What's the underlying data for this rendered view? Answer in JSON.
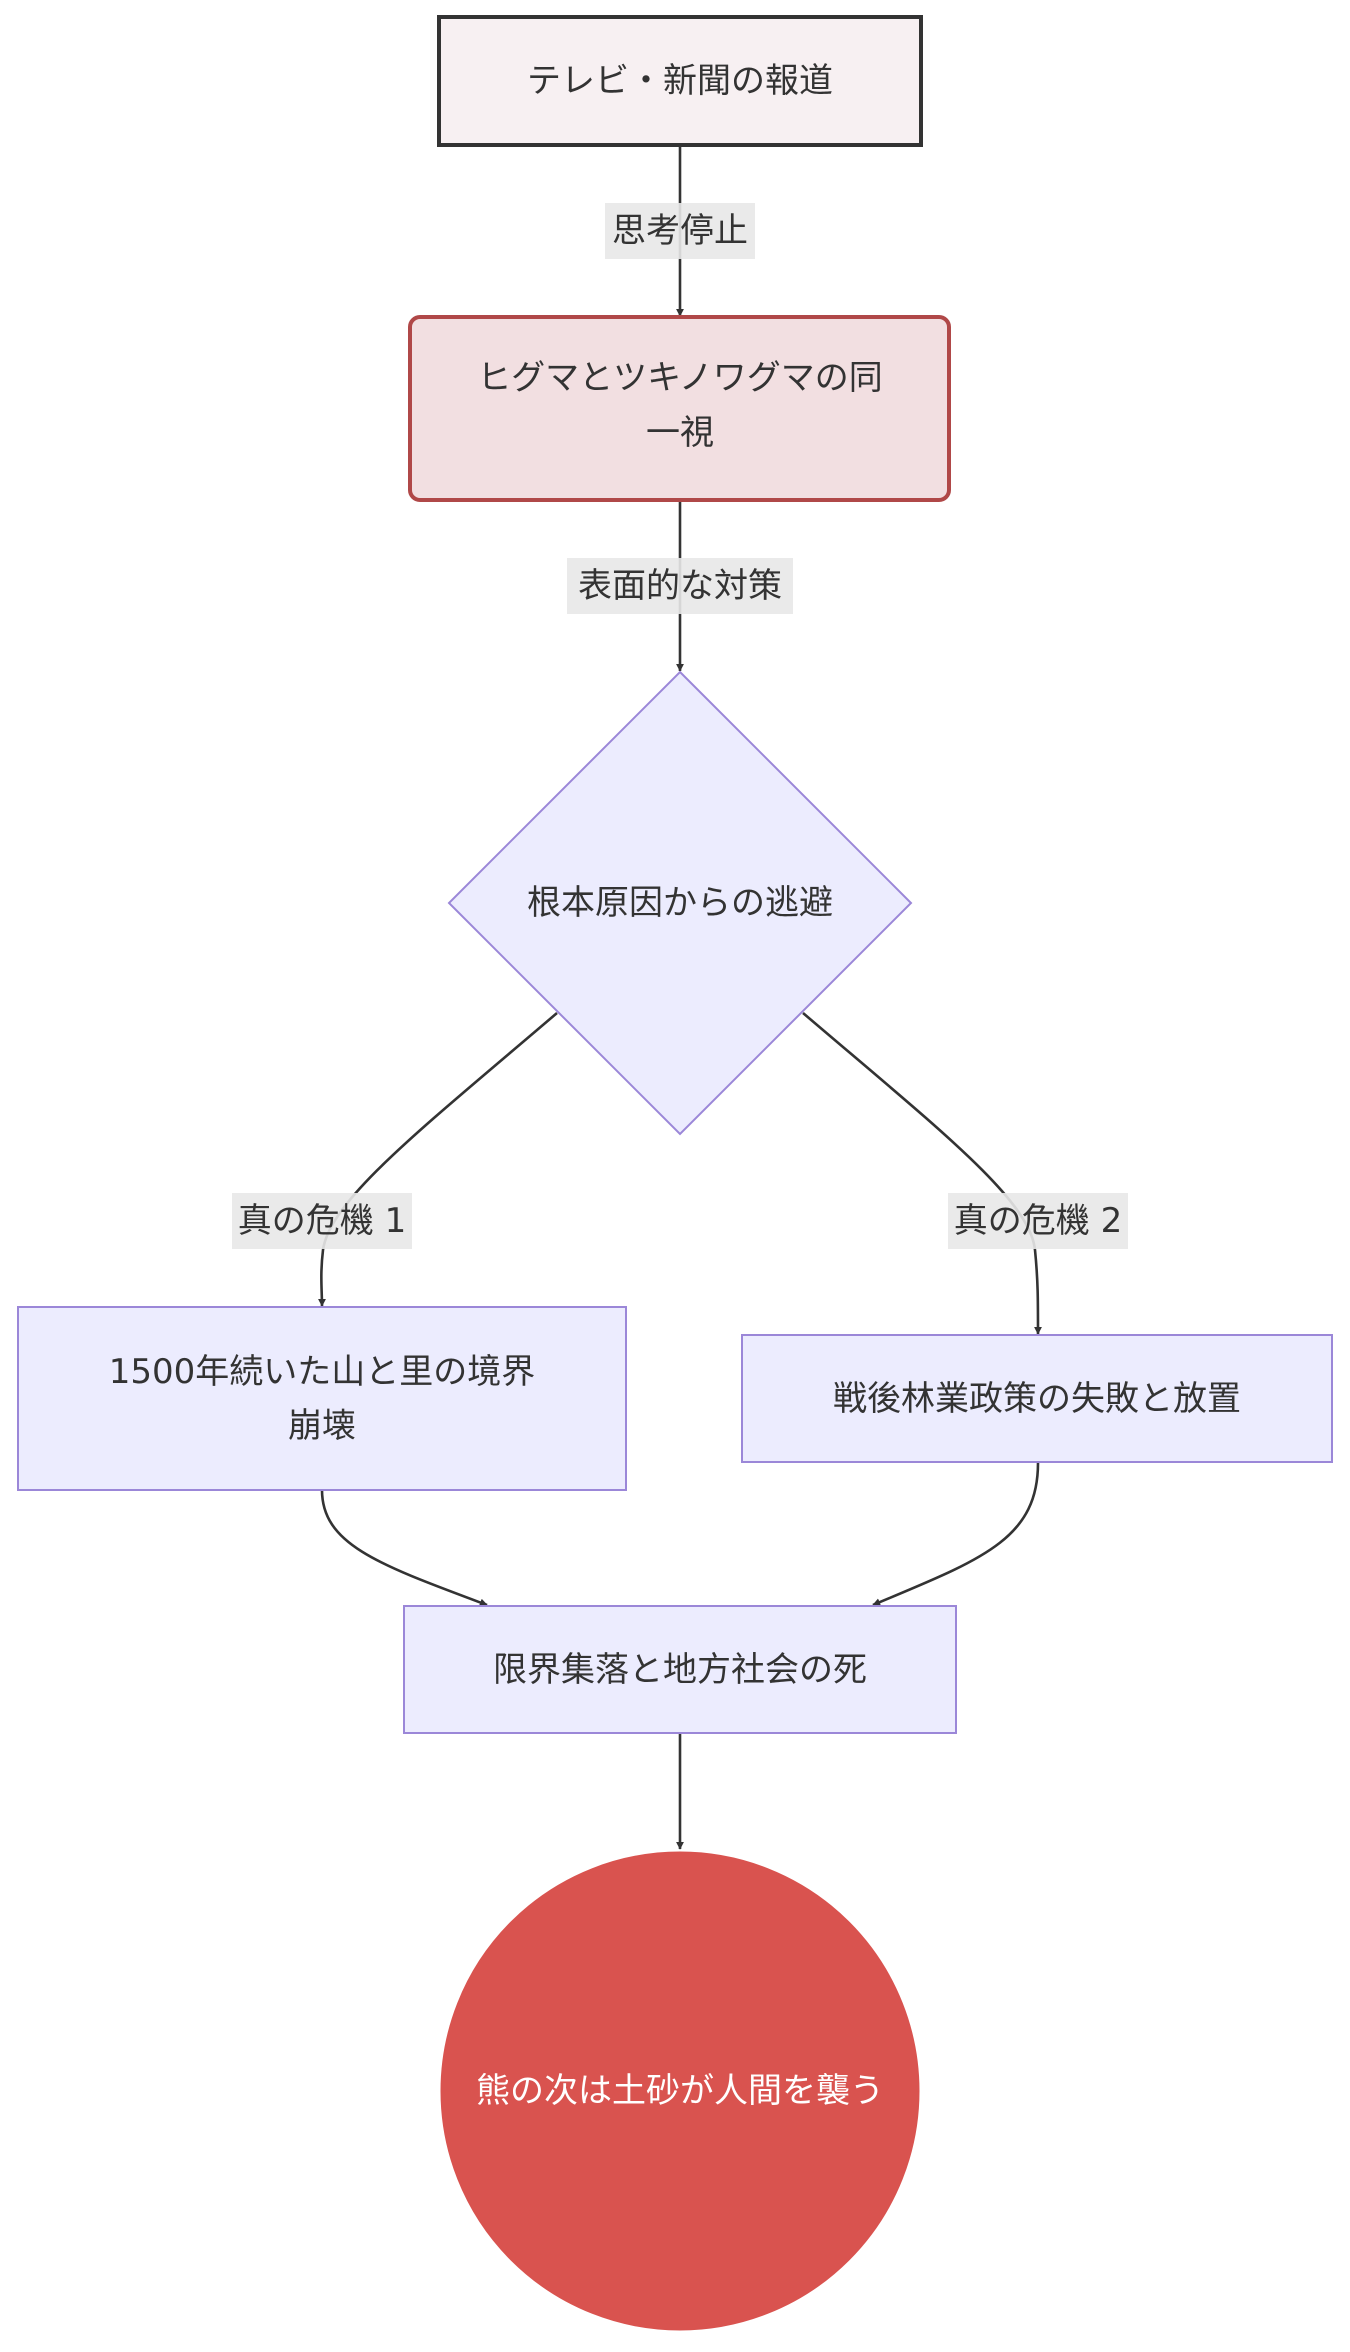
{
  "diagram": {
    "type": "flowchart",
    "direction": "top-down",
    "nodes": {
      "media": {
        "label_lines": [
          "テレビ・新聞の報道"
        ],
        "shape": "rectangle",
        "fill": "#f7f0f2",
        "stroke": "#333333"
      },
      "confusion": {
        "label_lines": [
          "ヒグマとツキノワグマの同",
          "一視"
        ],
        "shape": "rounded-rectangle",
        "fill": "#f2dfe1",
        "stroke": "#b04848"
      },
      "escape": {
        "label_lines": [
          "根本原因からの逃避"
        ],
        "shape": "diamond",
        "fill": "#ececfe",
        "stroke": "#9b87d8"
      },
      "boundary": {
        "label_lines": [
          "1500年続いた山と里の境界",
          "崩壊"
        ],
        "shape": "rectangle",
        "fill": "#ececfe",
        "stroke": "#9b87d8"
      },
      "forestry": {
        "label_lines": [
          "戦後林業政策の失敗と放置"
        ],
        "shape": "rectangle",
        "fill": "#ececfe",
        "stroke": "#9b87d8"
      },
      "villages": {
        "label_lines": [
          "限界集落と地方社会の死"
        ],
        "shape": "rectangle",
        "fill": "#ececfe",
        "stroke": "#9b87d8"
      },
      "landslide": {
        "label_lines": [
          "熊の次は土砂が人間を襲う"
        ],
        "shape": "circle",
        "fill": "#d9534f",
        "stroke": "#d9534f"
      }
    },
    "edges": [
      {
        "from": "media",
        "to": "confusion",
        "label": "思考停止"
      },
      {
        "from": "confusion",
        "to": "escape",
        "label": "表面的な対策"
      },
      {
        "from": "escape",
        "to": "boundary",
        "label": "真の危機 1"
      },
      {
        "from": "escape",
        "to": "forestry",
        "label": "真の危機 2"
      },
      {
        "from": "boundary",
        "to": "villages",
        "label": ""
      },
      {
        "from": "forestry",
        "to": "villages",
        "label": ""
      },
      {
        "from": "villages",
        "to": "landslide",
        "label": ""
      }
    ],
    "edge_color": "#333333",
    "edge_label_bg": "#e8e8e8"
  }
}
